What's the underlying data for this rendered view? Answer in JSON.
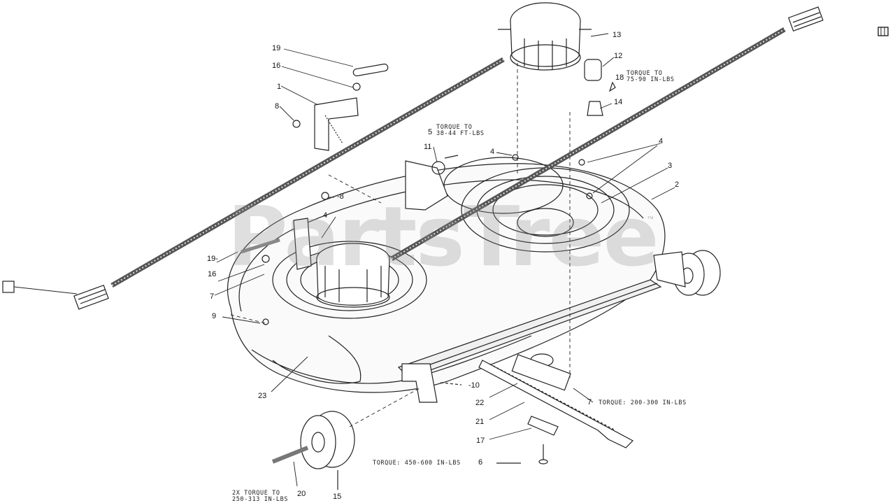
{
  "watermark": {
    "text": "PartsTree",
    "trademark": "™"
  },
  "callouts": {
    "c1": "1",
    "c2": "2",
    "c3": "3",
    "c4a": "4",
    "c4b": "4",
    "c4c": "4",
    "c5": "5",
    "c6": "6",
    "c7a": "7",
    "c7b": "7",
    "c8a": "8",
    "c8b": "-8",
    "c9": "9",
    "c10": "-10",
    "c11": "11",
    "c12": "12",
    "c13": "13",
    "c14": "14",
    "c15": "15",
    "c16a": "16",
    "c16b": "16",
    "c17": "17",
    "c18": "18",
    "c19a": "19",
    "c19b": "19-",
    "c20": "20",
    "c21": "21",
    "c22": "22",
    "c23": "23"
  },
  "notes": {
    "n18": "TORQUE TO\n75-90 IN-LBS",
    "n5": "TORQUE TO\n38-44 FT-LBS",
    "n7": "TORQUE: 200-300 IN-LBS",
    "n6": "TORQUE: 450-600 IN-LBS",
    "n20": "2X TORQUE TO\n250-313 IN-LBS"
  },
  "icons": [
    "connector-icon",
    "corner-connector-icon"
  ]
}
